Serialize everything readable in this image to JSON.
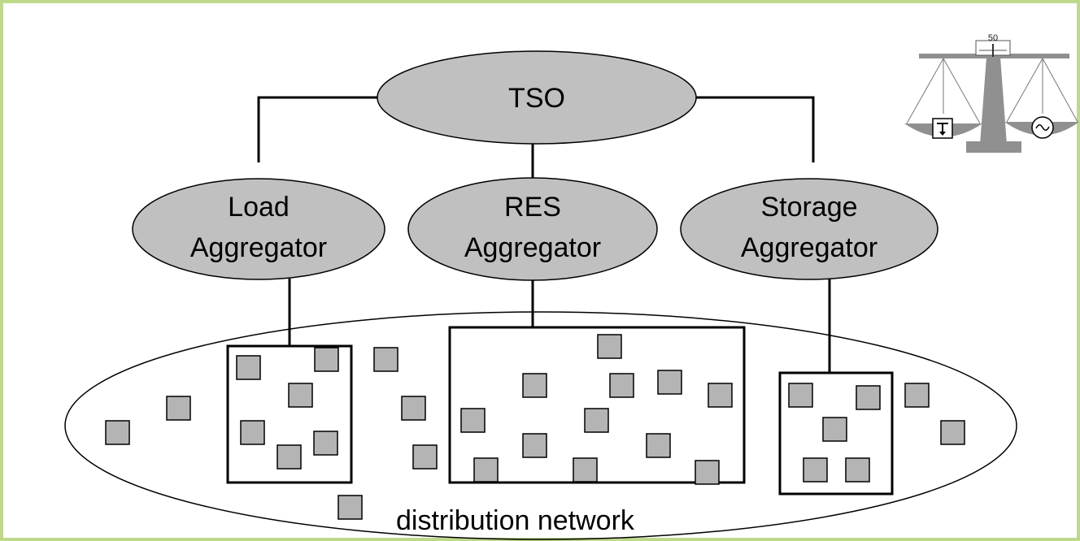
{
  "nodes": {
    "tso": "TSO",
    "load_aggregator": [
      "Load",
      "Aggregator"
    ],
    "res_aggregator": [
      "RES",
      "Aggregator"
    ],
    "storage_aggregator": [
      "Storage",
      "Aggregator"
    ]
  },
  "network_label": "distribution network",
  "icons": {
    "balance": "balance-scale-icon",
    "load_symbol": "load-icon",
    "generator_symbol": "ac-generator-icon",
    "unit": "grid-unit-square"
  },
  "scale_label": "50",
  "colors": {
    "node_fill": "#c0c0c0",
    "unit_fill": "#b4b4b4",
    "frame_border": "#bfd98a",
    "line": "#000000"
  }
}
